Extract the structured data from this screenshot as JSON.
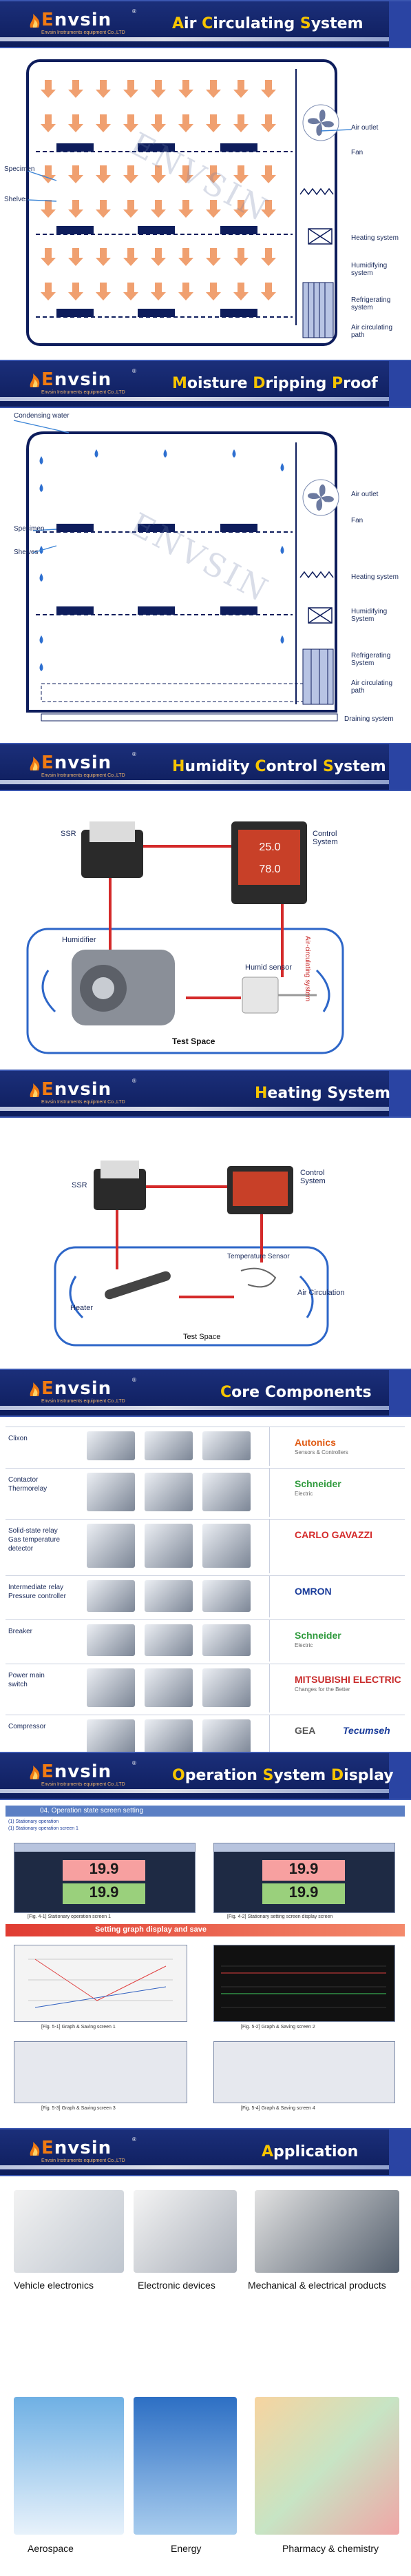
{
  "logo": {
    "brand": "nvsin",
    "initial": "E",
    "subtitle": "Envsin Instruments equipment Co.,LTD"
  },
  "sections": {
    "air": {
      "title_parts": [
        {
          "t": "A",
          "cap": true
        },
        {
          "t": "ir ",
          "cap": false
        },
        {
          "t": "C",
          "cap": true
        },
        {
          "t": "irculating ",
          "cap": false
        },
        {
          "t": "S",
          "cap": true
        },
        {
          "t": "ystem",
          "cap": false
        }
      ]
    },
    "moisture": {
      "title_parts": [
        {
          "t": "M",
          "cap": true
        },
        {
          "t": "oisture ",
          "cap": false
        },
        {
          "t": "D",
          "cap": true
        },
        {
          "t": "ripping ",
          "cap": false
        },
        {
          "t": "P",
          "cap": true
        },
        {
          "t": "roof",
          "cap": false
        }
      ]
    },
    "humidity": {
      "title_parts": [
        {
          "t": "H",
          "cap": true
        },
        {
          "t": "umidity ",
          "cap": false
        },
        {
          "t": "C",
          "cap": true
        },
        {
          "t": "ontrol ",
          "cap": false
        },
        {
          "t": "S",
          "cap": true
        },
        {
          "t": "ystem",
          "cap": false
        }
      ]
    },
    "heating": {
      "title_parts": [
        {
          "t": "H",
          "cap": true
        },
        {
          "t": "eating System",
          "cap": false
        }
      ]
    },
    "core": {
      "title_parts": [
        {
          "t": "C",
          "cap": true
        },
        {
          "t": "ore Components",
          "cap": false
        }
      ]
    },
    "operation": {
      "title_parts": [
        {
          "t": "O",
          "cap": true
        },
        {
          "t": "peration ",
          "cap": false
        },
        {
          "t": "S",
          "cap": true
        },
        {
          "t": "ystem ",
          "cap": false
        },
        {
          "t": "D",
          "cap": true
        },
        {
          "t": "isplay",
          "cap": false
        }
      ]
    },
    "application": {
      "title_parts": [
        {
          "t": "A",
          "cap": true
        },
        {
          "t": "pplication",
          "cap": false
        }
      ]
    }
  },
  "watermark": "ENVSIN",
  "air_labels": {
    "specimen": "Specimen",
    "shelves": "Shelves",
    "air_outlet": "Air outlet",
    "fan": "Fan",
    "heating": "Heating system",
    "humidifying": "Humidifying system",
    "refrigerating": "Refrigerating system",
    "air_path": "Air circulating path"
  },
  "moisture_labels": {
    "condensing": "Condensing water",
    "specimen": "Specimen",
    "shelves": "Shelves",
    "air_outlet": "Air outlet",
    "fan": "Fan",
    "heating": "Heating system",
    "humidifying": "Humidifying System",
    "refrigerating": "Refrigerating System",
    "air_path": "Air circulating path",
    "draining": "Draining system"
  },
  "humidity_labels": {
    "ssr": "SSR",
    "control": "Control System",
    "humidifier": "Humidifier",
    "sensor": "Humid sensor",
    "space": "Test Space",
    "air_circ": "Air-circulating system",
    "screen_top": "25.0",
    "screen_bottom": "78.0"
  },
  "heating_labels": {
    "ssr": "SSR",
    "control": "Control System",
    "sensor": "Temperature Sensor",
    "heater": "Heater",
    "air_circ": "Air Circulation",
    "space": "Test Space"
  },
  "core_rows": [
    {
      "name": "Clixon",
      "brand": "Autonics",
      "brand_sub": "Sensors & Controllers"
    },
    {
      "name": "Contactor\nThermorelay",
      "brand": "Schneider",
      "brand_sub": "Electric"
    },
    {
      "name": "Solid-state relay\nGas temperature\ndetector",
      "brand": "CARLO GAVAZZI",
      "brand_sub": ""
    },
    {
      "name": "Intermediate relay\nPressure controller",
      "brand": "OMRON",
      "brand_sub": ""
    },
    {
      "name": "Breaker",
      "brand": "Schneider",
      "brand_sub": "Electric"
    },
    {
      "name": "Power main\nswitch",
      "brand": "MITSUBISHI ELECTRIC",
      "brand_sub": "Changes for the Better"
    },
    {
      "name": "Compressor",
      "brand": "GEA",
      "brand2": "Tecumseh"
    }
  ],
  "operation": {
    "heading": "04. Operation state screen setting",
    "line1": "(1) Stationary operation",
    "line2": "(1) Stationary operation screen 1",
    "band": "Setting graph display and save",
    "val1": "19.9",
    "val2": "19.9",
    "caps": [
      "[Fig. 4-1] Stationary operation screen 1",
      "[Fig. 4-2] Stationary setting screen display screen",
      "[Fig. 5-1] Graph & Saving screen 1",
      "[Fig. 5-2] Graph & Saving screen 2",
      "[Fig. 5-3] Graph & Saving screen 3",
      "[Fig. 5-4] Graph & Saving screen 4"
    ]
  },
  "application": {
    "items": [
      "Vehicle electronics",
      "Electronic devices",
      "Mechanical & electrical products",
      "Aerospace",
      "Energy",
      "Pharmacy & chemistry"
    ]
  },
  "colors": {
    "navy": "#0e1d5c",
    "accent_yellow": "#f6c400",
    "arrow_orange": "#f0a070",
    "pipe_red": "#d42a2a"
  }
}
